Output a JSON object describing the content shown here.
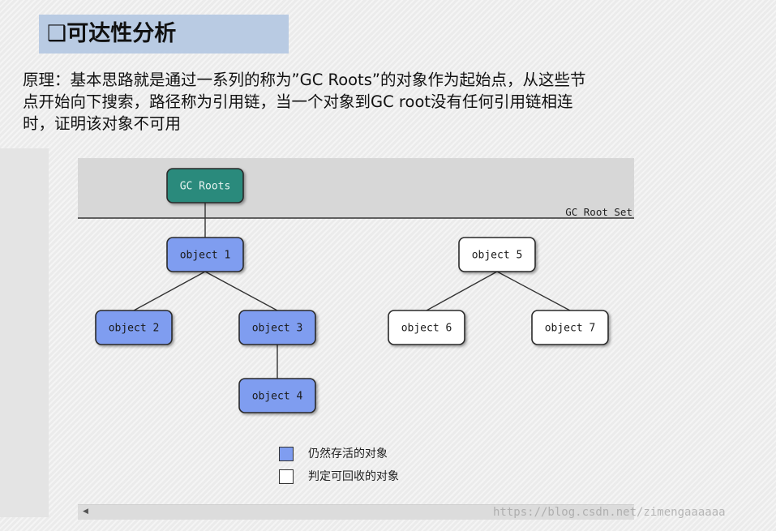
{
  "title": "❑可达性分析",
  "description": {
    "lines": [
      "原理：基本思路就是通过一系列的称为”GC Roots”的对象作为起始点，从这些节",
      "点开始向下搜索，路径称为引用链，当一个对象到GC root没有任何引用链相连",
      "时，证明该对象不可用"
    ]
  },
  "diagram": {
    "root_set_label": "GC Root Set",
    "nodes": [
      {
        "id": "gc-roots",
        "label": "GC Roots",
        "kind": "root"
      },
      {
        "id": "object-1",
        "label": "object 1",
        "kind": "alive"
      },
      {
        "id": "object-2",
        "label": "object 2",
        "kind": "alive"
      },
      {
        "id": "object-3",
        "label": "object 3",
        "kind": "alive"
      },
      {
        "id": "object-4",
        "label": "object 4",
        "kind": "alive"
      },
      {
        "id": "object-5",
        "label": "object 5",
        "kind": "dead"
      },
      {
        "id": "object-6",
        "label": "object 6",
        "kind": "dead"
      },
      {
        "id": "object-7",
        "label": "object 7",
        "kind": "dead"
      }
    ],
    "edges": [
      [
        "gc-roots",
        "object-1"
      ],
      [
        "object-1",
        "object-2"
      ],
      [
        "object-1",
        "object-3"
      ],
      [
        "object-3",
        "object-4"
      ],
      [
        "object-5",
        "object-6"
      ],
      [
        "object-5",
        "object-7"
      ]
    ],
    "colors": {
      "root": "#2a8a7c",
      "alive": "#7f9df0",
      "dead": "#ffffff",
      "band": "#d7d7d7"
    }
  },
  "legend": {
    "alive_label": "仍然存活的对象",
    "dead_label": "判定可回收的对象"
  },
  "watermark": "https://blog.csdn.net/zimengaaaaaa"
}
